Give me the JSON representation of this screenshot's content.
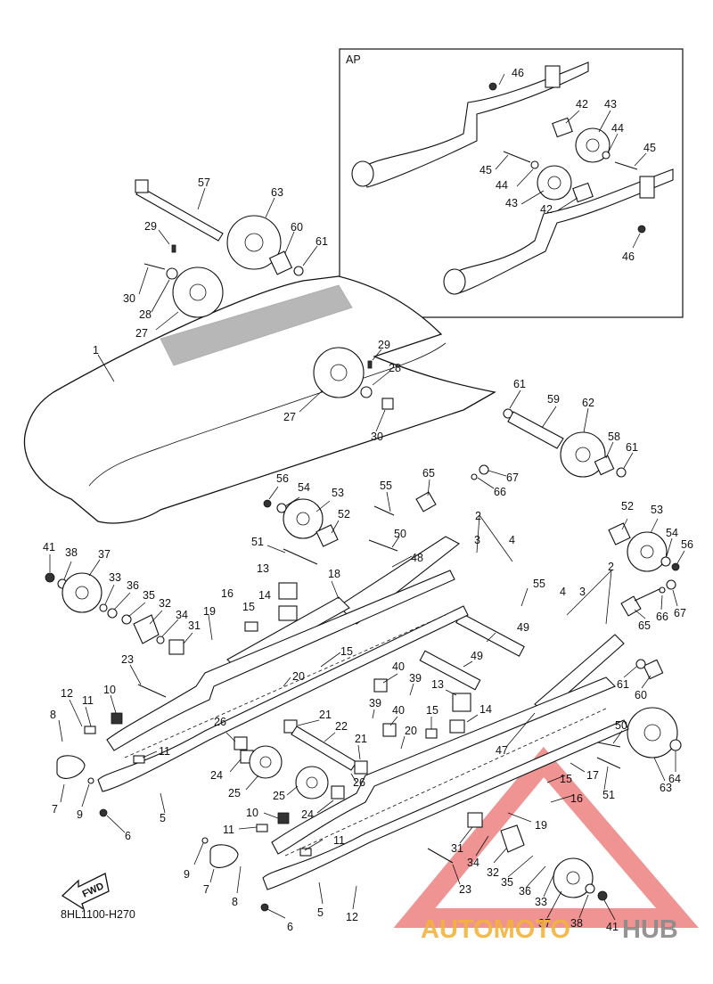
{
  "inset": {
    "label": "AP"
  },
  "fwd_label": "FWD",
  "diagram_code": "8HL1100-H270",
  "watermark": {
    "text_left": "AUTOMOTO",
    "text_right": "HUB",
    "color_left": "#f2b33d",
    "color_right": "#8a8a8a",
    "triangle_color": "#e33b3b"
  },
  "callouts": [
    {
      "id": "c46a",
      "text": "46"
    },
    {
      "id": "c42a",
      "text": "42"
    },
    {
      "id": "c43a",
      "text": "43"
    },
    {
      "id": "c44a",
      "text": "44"
    },
    {
      "id": "c45a",
      "text": "45"
    },
    {
      "id": "c45b",
      "text": "45"
    },
    {
      "id": "c44b",
      "text": "44"
    },
    {
      "id": "c43b",
      "text": "43"
    },
    {
      "id": "c42b",
      "text": "42"
    },
    {
      "id": "c46b",
      "text": "46"
    },
    {
      "id": "c57",
      "text": "57"
    },
    {
      "id": "c63a",
      "text": "63"
    },
    {
      "id": "c29a",
      "text": "29"
    },
    {
      "id": "c60a",
      "text": "60"
    },
    {
      "id": "c61a",
      "text": "61"
    },
    {
      "id": "c30a",
      "text": "30"
    },
    {
      "id": "c28a",
      "text": "28"
    },
    {
      "id": "c27a",
      "text": "27"
    },
    {
      "id": "c1",
      "text": "1"
    },
    {
      "id": "c29b",
      "text": "29"
    },
    {
      "id": "c28b",
      "text": "28"
    },
    {
      "id": "c27b",
      "text": "27"
    },
    {
      "id": "c30b",
      "text": "30"
    },
    {
      "id": "c61b",
      "text": "61"
    },
    {
      "id": "c59",
      "text": "59"
    },
    {
      "id": "c62",
      "text": "62"
    },
    {
      "id": "c58",
      "text": "58"
    },
    {
      "id": "c61c",
      "text": "61"
    },
    {
      "id": "c65a",
      "text": "65"
    },
    {
      "id": "c67a",
      "text": "67"
    },
    {
      "id": "c66a",
      "text": "66"
    },
    {
      "id": "c56a",
      "text": "56"
    },
    {
      "id": "c54a",
      "text": "54"
    },
    {
      "id": "c53a",
      "text": "53"
    },
    {
      "id": "c55a",
      "text": "55"
    },
    {
      "id": "c52a",
      "text": "52"
    },
    {
      "id": "c2a",
      "text": "2"
    },
    {
      "id": "c3a",
      "text": "3"
    },
    {
      "id": "c4a",
      "text": "4"
    },
    {
      "id": "c50a",
      "text": "50"
    },
    {
      "id": "c51a",
      "text": "51"
    },
    {
      "id": "c48",
      "text": "48"
    },
    {
      "id": "c41a",
      "text": "41"
    },
    {
      "id": "c38a",
      "text": "38"
    },
    {
      "id": "c37a",
      "text": "37"
    },
    {
      "id": "c33a",
      "text": "33"
    },
    {
      "id": "c36a",
      "text": "36"
    },
    {
      "id": "c35a",
      "text": "35"
    },
    {
      "id": "c32a",
      "text": "32"
    },
    {
      "id": "c34a",
      "text": "34"
    },
    {
      "id": "c13a",
      "text": "13"
    },
    {
      "id": "c18",
      "text": "18"
    },
    {
      "id": "c16a",
      "text": "16"
    },
    {
      "id": "c14a",
      "text": "14"
    },
    {
      "id": "c15a",
      "text": "15"
    },
    {
      "id": "c19a",
      "text": "19"
    },
    {
      "id": "c31a",
      "text": "31"
    },
    {
      "id": "c15b",
      "text": "15"
    },
    {
      "id": "c23a",
      "text": "23"
    },
    {
      "id": "c20a",
      "text": "20"
    },
    {
      "id": "c12a",
      "text": "12"
    },
    {
      "id": "c11a",
      "text": "11"
    },
    {
      "id": "c10a",
      "text": "10"
    },
    {
      "id": "c8a",
      "text": "8"
    },
    {
      "id": "c26a",
      "text": "26"
    },
    {
      "id": "c11b",
      "text": "11"
    },
    {
      "id": "c24a",
      "text": "24"
    },
    {
      "id": "c25a",
      "text": "25"
    },
    {
      "id": "c7a",
      "text": "7"
    },
    {
      "id": "c9a",
      "text": "9"
    },
    {
      "id": "c6a",
      "text": "6"
    },
    {
      "id": "c5a",
      "text": "5"
    },
    {
      "id": "c40a",
      "text": "40"
    },
    {
      "id": "c39a",
      "text": "39"
    },
    {
      "id": "c49a",
      "text": "49"
    },
    {
      "id": "c49b",
      "text": "49"
    },
    {
      "id": "c13b",
      "text": "13"
    },
    {
      "id": "c14b",
      "text": "14"
    },
    {
      "id": "c15c",
      "text": "15"
    },
    {
      "id": "c39b",
      "text": "39"
    },
    {
      "id": "c40b",
      "text": "40"
    },
    {
      "id": "c21a",
      "text": "21"
    },
    {
      "id": "c22",
      "text": "22"
    },
    {
      "id": "c21b",
      "text": "21"
    },
    {
      "id": "c20b",
      "text": "20"
    },
    {
      "id": "c26b",
      "text": "26"
    },
    {
      "id": "c25b",
      "text": "25"
    },
    {
      "id": "c24b",
      "text": "24"
    },
    {
      "id": "c10b",
      "text": "10"
    },
    {
      "id": "c11c",
      "text": "11"
    },
    {
      "id": "c11d",
      "text": "11"
    },
    {
      "id": "c9b",
      "text": "9"
    },
    {
      "id": "c7b",
      "text": "7"
    },
    {
      "id": "c8b",
      "text": "8"
    },
    {
      "id": "c6b",
      "text": "6"
    },
    {
      "id": "c5b",
      "text": "5"
    },
    {
      "id": "c12b",
      "text": "12"
    },
    {
      "id": "c2b",
      "text": "2"
    },
    {
      "id": "c4b",
      "text": "4"
    },
    {
      "id": "c3b",
      "text": "3"
    },
    {
      "id": "c55b",
      "text": "55"
    },
    {
      "id": "c52b",
      "text": "52"
    },
    {
      "id": "c53b",
      "text": "53"
    },
    {
      "id": "c54b",
      "text": "54"
    },
    {
      "id": "c56b",
      "text": "56"
    },
    {
      "id": "c65b",
      "text": "65"
    },
    {
      "id": "c66b",
      "text": "66"
    },
    {
      "id": "c67b",
      "text": "67"
    },
    {
      "id": "c61d",
      "text": "61"
    },
    {
      "id": "c60b",
      "text": "60"
    },
    {
      "id": "c47",
      "text": "47"
    },
    {
      "id": "c50b",
      "text": "50"
    },
    {
      "id": "c17",
      "text": "17"
    },
    {
      "id": "c15d",
      "text": "15"
    },
    {
      "id": "c16b",
      "text": "16"
    },
    {
      "id": "c51b",
      "text": "51"
    },
    {
      "id": "c63b",
      "text": "63"
    },
    {
      "id": "c64",
      "text": "64"
    },
    {
      "id": "c19b",
      "text": "19"
    },
    {
      "id": "c31b",
      "text": "31"
    },
    {
      "id": "c34b",
      "text": "34"
    },
    {
      "id": "c32b",
      "text": "32"
    },
    {
      "id": "c23b",
      "text": "23"
    },
    {
      "id": "c35b",
      "text": "35"
    },
    {
      "id": "c36b",
      "text": "36"
    },
    {
      "id": "c33b",
      "text": "33"
    },
    {
      "id": "c37b",
      "text": "37"
    },
    {
      "id": "c38b",
      "text": "38"
    },
    {
      "id": "c41b",
      "text": "41"
    }
  ]
}
